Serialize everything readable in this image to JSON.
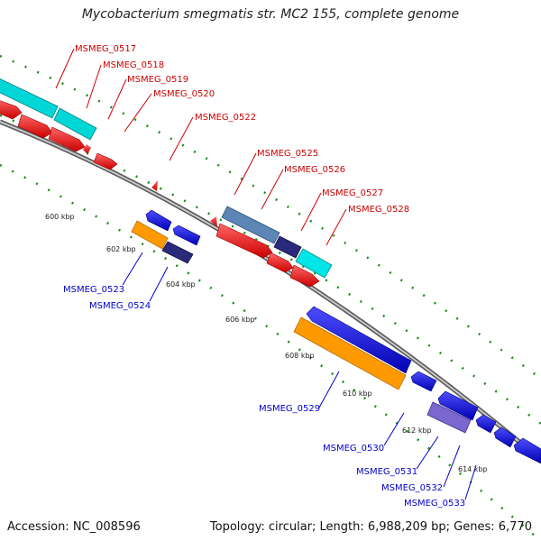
{
  "title": "Mycobacterium smegmatis str. MC2 155, complete genome",
  "accession": "Accession: NC_008596",
  "topology": "Topology: circular; Length: 6,988,209 bp; Genes: 6,770",
  "colors": {
    "forward_gene": "#ff0000",
    "reverse_gene": "#0000ff",
    "cyan_feature": "#00e5e5",
    "steel_feature": "#5b86b6",
    "navy_feature": "#2a2a7a",
    "orange_feature": "#ff9900",
    "purple_feature": "#7a68d0",
    "backbone": "#8a8a8a",
    "tick_green": "#1a8a1a",
    "label_red": "#cc0000",
    "label_blue": "#0000cc"
  },
  "ticks": [
    "600 kbp",
    "602 kbp",
    "604 kbp",
    "606 kbp",
    "608 kbp",
    "610 kbp",
    "612 kbp",
    "614 kbp"
  ],
  "genes_forward": [
    "MSMEG_0517",
    "MSMEG_0518",
    "MSMEG_0519",
    "MSMEG_0520",
    "MSMEG_0522",
    "MSMEG_0525",
    "MSMEG_0526",
    "MSMEG_0527",
    "MSMEG_0528"
  ],
  "genes_reverse": [
    "MSMEG_0523",
    "MSMEG_0524",
    "MSMEG_0529",
    "MSMEG_0530",
    "MSMEG_0531",
    "MSMEG_0532",
    "MSMEG_0533"
  ]
}
